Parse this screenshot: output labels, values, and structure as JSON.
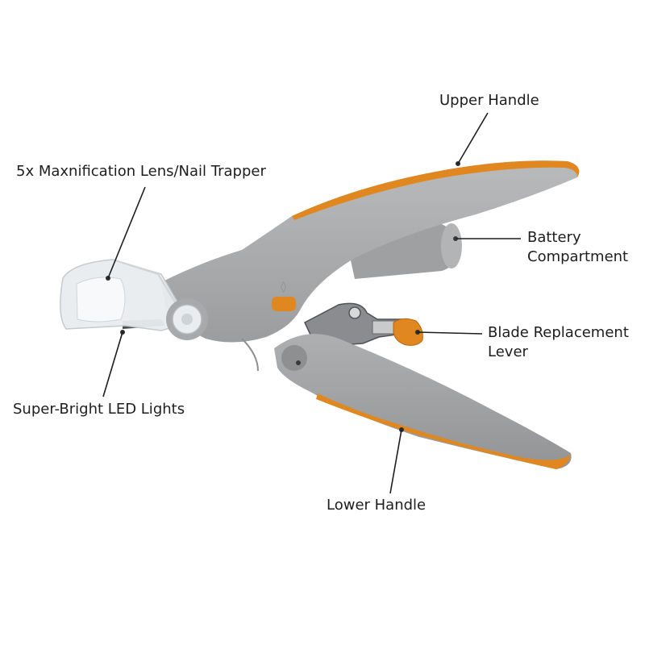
{
  "colors": {
    "body_gray": "#a4a5a7",
    "body_gray_dark": "#8e8f91",
    "accent_orange": "#e0881f",
    "lens_clear": "#e9edf0",
    "leader_line": "#1e1e1e",
    "background": "#ffffff"
  },
  "labels": {
    "upper_handle": "Upper Handle",
    "lens": "5x Maxnification Lens/Nail Trapper",
    "battery": [
      "Battery",
      "Compartment"
    ],
    "blade_lever": [
      "Blade Replacement",
      "Lever"
    ],
    "led_lights": "Super-Bright LED Lights",
    "lower_handle": "Lower Handle"
  }
}
